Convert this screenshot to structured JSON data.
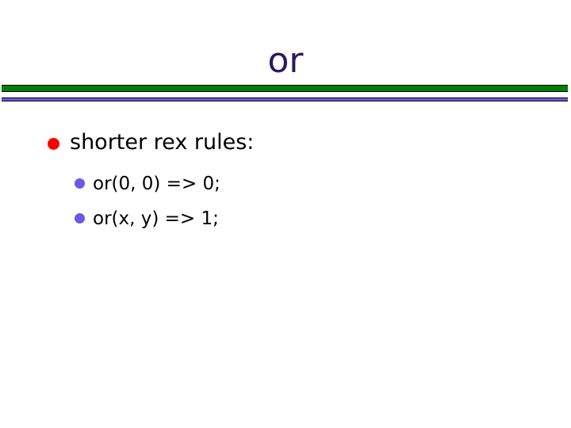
{
  "slide": {
    "title": "or",
    "title_color": "#2A1A5E",
    "background_color": "#FFFFFF"
  },
  "divider": {
    "green_rule_color": "#008000",
    "blue_rule_color": "#6A5AE0",
    "border_color": "#000000"
  },
  "body": {
    "bullets": [
      {
        "level": 1,
        "marker": "filled-circle",
        "marker_color": "#FF0000",
        "text": "shorter rex rules:"
      },
      {
        "level": 2,
        "marker": "filled-circle",
        "marker_color": "#6A5AE0",
        "text": "or(0, 0) => 0;"
      },
      {
        "level": 2,
        "marker": "filled-circle",
        "marker_color": "#6A5AE0",
        "text": "or(x, y) => 1;"
      }
    ]
  }
}
